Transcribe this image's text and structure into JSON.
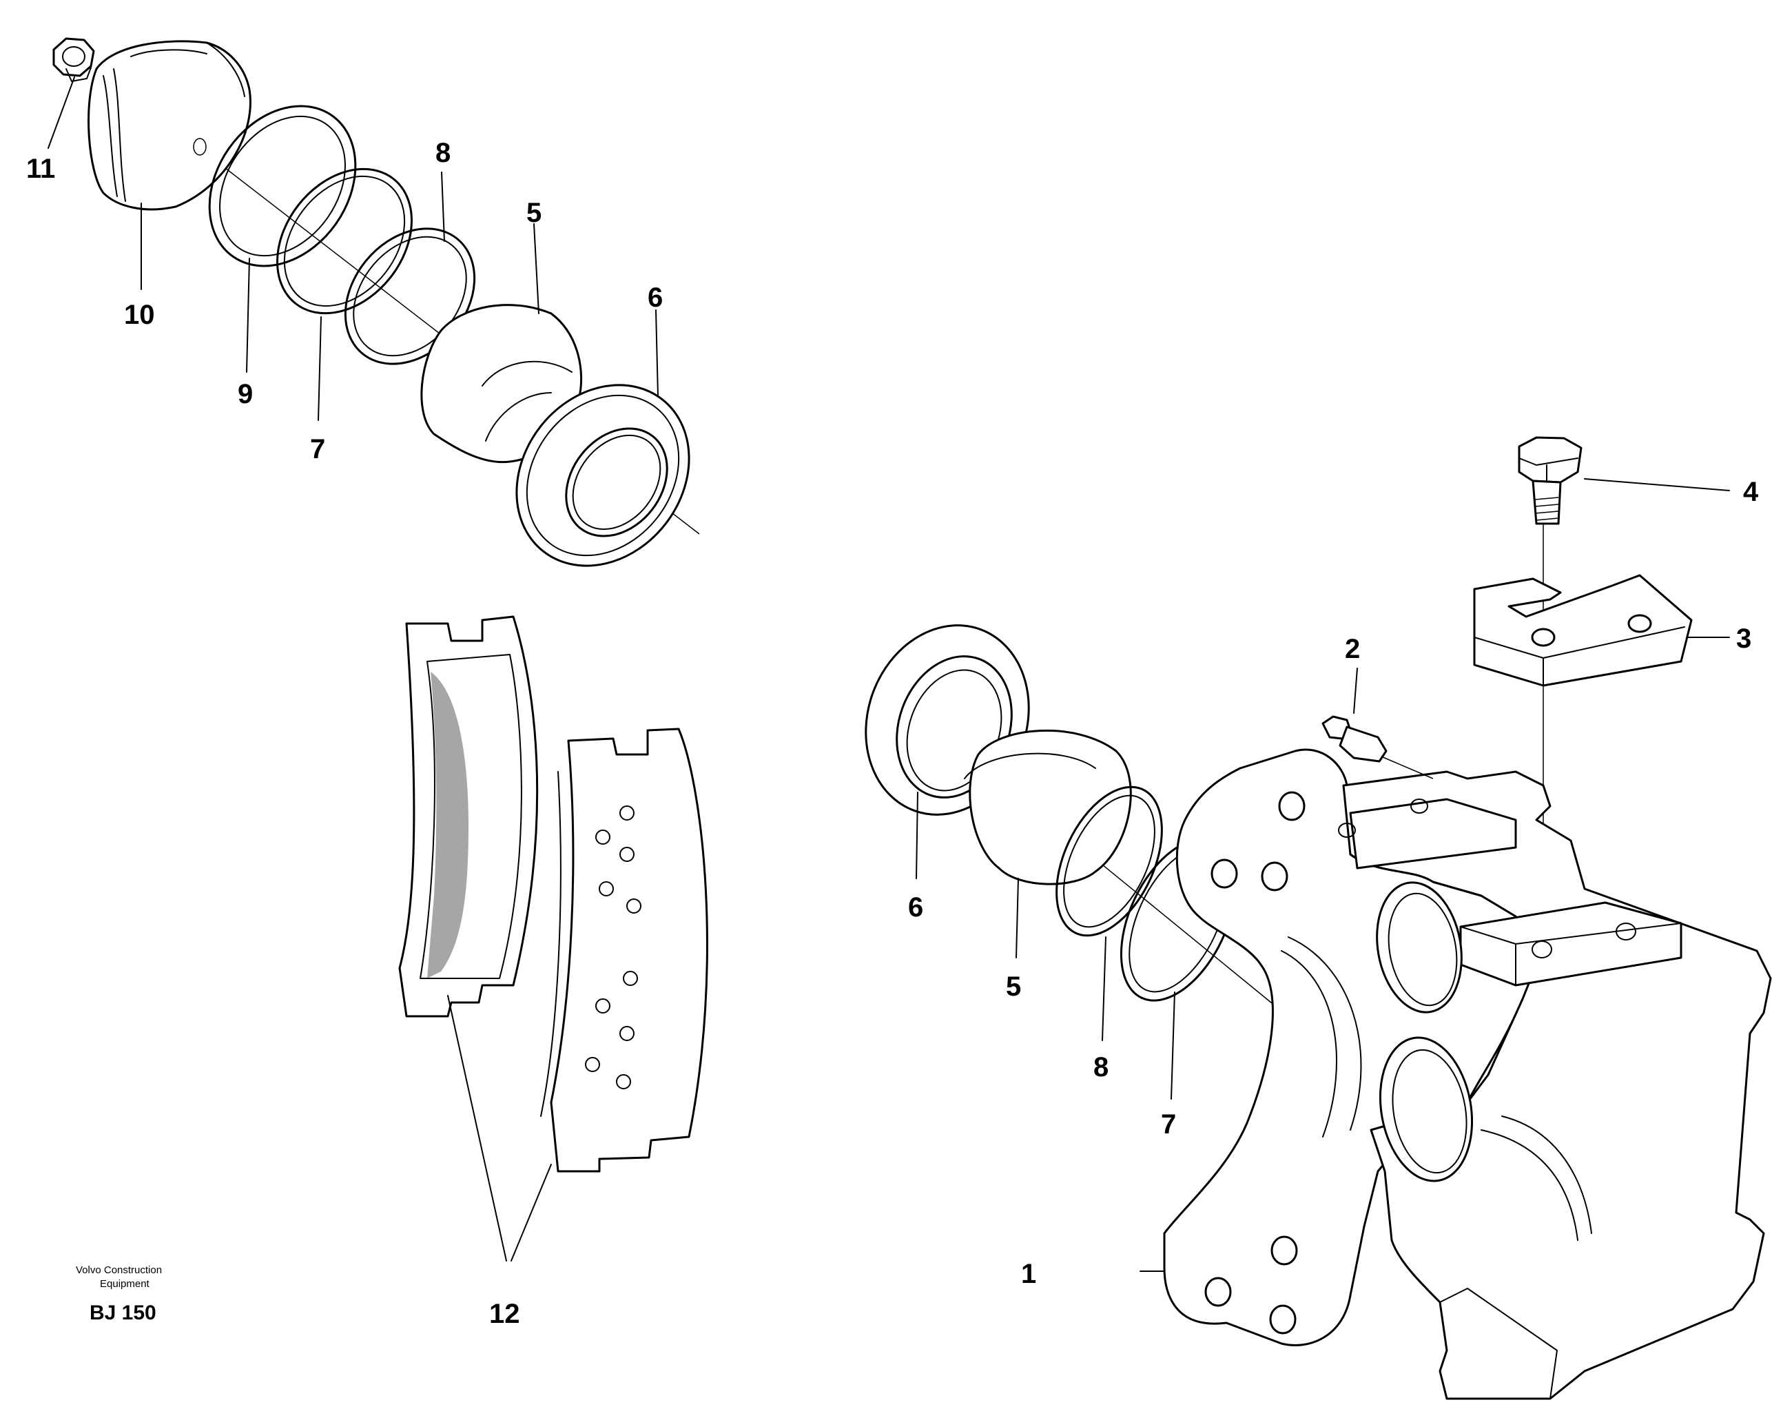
{
  "labels": {
    "l1": "1",
    "l2": "2",
    "l3": "3",
    "l4": "4",
    "l5_top": "5",
    "l6_top": "6",
    "l7_top": "7",
    "l8_top": "8",
    "l9": "9",
    "l10": "10",
    "l11": "11",
    "l12": "12",
    "l5_bottom": "5",
    "l6_bottom": "6",
    "l7_bottom": "7",
    "l8_bottom": "8"
  },
  "caption": {
    "brand_line1": "Volvo Construction",
    "brand_line2": "Equipment",
    "code": "BJ 150"
  }
}
